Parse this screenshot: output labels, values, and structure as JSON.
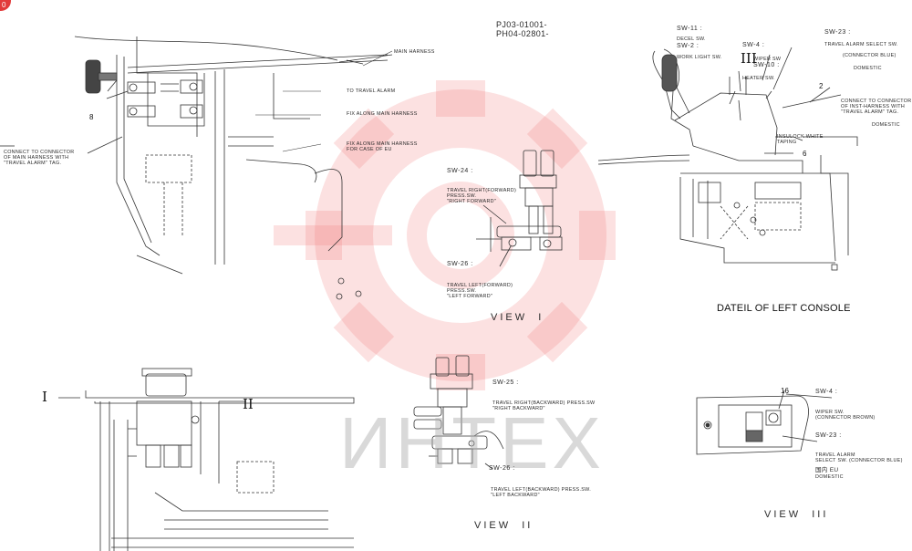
{
  "corner_badge": "0",
  "part_numbers": [
    "PJ03-01001-",
    "PH04-02801-"
  ],
  "watermark": {
    "text": "ИНТЕХ"
  },
  "left_top": {
    "main_harness": "MAIN HARNESS",
    "to_travel_alarm": "TO TRAVEL ALARM",
    "fix_along_main": "FIX ALONG MAIN HARNESS",
    "fix_along_eu_1": "FIX ALONG MAIN HARNESS",
    "fix_along_eu_2": "FOR CASE OF EU",
    "connect_1": "CONNECT TO CONNECTOR",
    "connect_2": "OF MAIN HARNESS WITH",
    "connect_3": "\"TRAVEL ALARM\" TAG.",
    "callout_8": "8"
  },
  "view1": {
    "sw24": "SW-24 :",
    "sw24_1": "TRAVEL RIGHT(FORWARD)",
    "sw24_2": "PRESS.SW.",
    "sw24_3": "\"RIGHT FORWARD\"",
    "sw26": "SW-26 :",
    "sw26_1": "TRAVEL LEFT(FORWARD)",
    "sw26_2": "PRESS.SW.",
    "sw26_3": "\"LEFT FORWARD\"",
    "caption": "VIEW  I"
  },
  "console": {
    "sw11": "SW-11 :",
    "decel": "DECEL SW.",
    "sw2": "SW-2 :",
    "work_light": "WORK LIGHT SW.",
    "sw4": "SW-4 :",
    "wiper": "WIPER SW",
    "sw10": "SW-10 :",
    "heater": "HEATER SW.",
    "sw23": "SW-23 :",
    "travel_alarm": "TRAVEL ALARM SELECT SW.",
    "conn_blue": "(CONNECTOR BLUE)",
    "domestic_1": "DOMESTIC",
    "connect_inst_1": "CONNECT TO CONNECTOR",
    "connect_inst_2": "OF INST-HARNESS WITH",
    "connect_inst_3": "\"TRAVEL ALARM\" TAG.",
    "domestic_2": "DOMESTIC",
    "insulock_1": "INSULOCK WHITE",
    "insulock_2": "TAPING",
    "arrow_label": "III",
    "callout_2": "2",
    "callout_6": "6",
    "title": "DATEIL OF LEFT CONSOLE"
  },
  "left_bottom": {
    "arrow_i": "I",
    "arrow_ii": "II"
  },
  "view2": {
    "sw25": "SW-25 :",
    "sw25_1": "TRAVEL RIGHT(BACKWARD) PRESS.SW",
    "sw25_2": "\"RIGHT BACKWARD\"",
    "sw26": "SW-26 :",
    "sw26_1": "TRAVEL LEFT(BACKWARD) PRESS.SW.",
    "sw26_2": "\"LEFT BACKWARD\"",
    "caption": "VIEW  II"
  },
  "view3": {
    "callout_16": "16",
    "sw4": "SW-4 :",
    "wiper": "WIPER SW.",
    "conn_brown": "(CONNECTOR BROWN)",
    "sw23": "SW-23 :",
    "travel_alarm_1": "TRAVEL ALARM",
    "travel_alarm_2": "SELECT SW. (CONNECTOR BLUE)",
    "eu": "国内 EU",
    "domestic": "DOMESTIC",
    "caption": "VIEW  III"
  }
}
